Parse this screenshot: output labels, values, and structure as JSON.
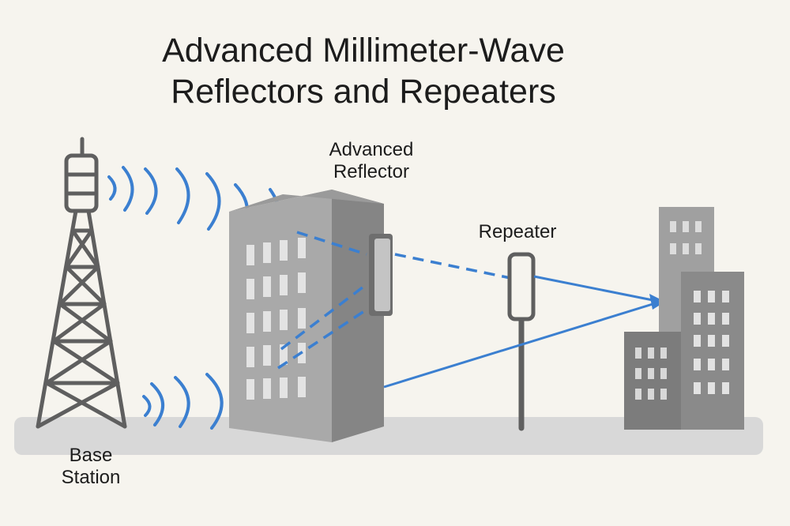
{
  "title": {
    "line1": "Advanced Millimeter-Wave",
    "line2": "Reflectors and Repeaters"
  },
  "labels": {
    "base_station": [
      "Base",
      "Station"
    ],
    "reflector": [
      "Advanced",
      "Reflector"
    ],
    "repeater": "Repeater"
  },
  "colors": {
    "background": "#f6f4ee",
    "signal": "#3b7fd0",
    "tower": "#5f5f5f",
    "building_front": "#a9a9a9",
    "building_side": "#808080",
    "ground": "#d8d8d8",
    "window": "#e3e3e3"
  },
  "icons": [
    "cell-tower-icon",
    "reflector-panel-icon",
    "repeater-icon",
    "city-buildings-icon",
    "signal-wave-icon"
  ]
}
